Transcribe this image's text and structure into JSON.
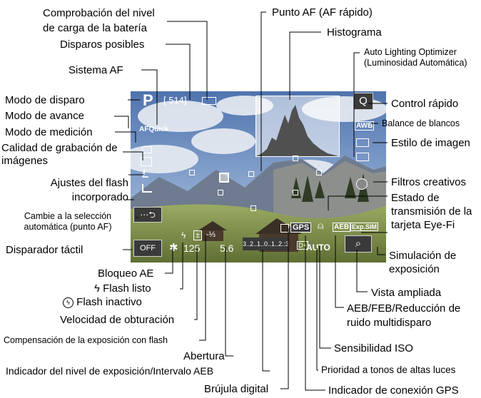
{
  "labels": {
    "bateria": "Comprobación del nivel de carga de la batería",
    "disparos": "Disparos posibles",
    "sistema_af": "Sistema AF",
    "modo_disparo": "Modo de disparo",
    "modo_avance": "Modo de avance",
    "modo_medicion": "Modo de medición",
    "calidad": "Calidad de grabación de imágenes",
    "flash_incorp": "Ajustes del flash incorporado",
    "seleccion_auto": "Cambie a la selección automática (punto AF)",
    "disparador_tactil": "Disparador táctil",
    "bloqueo_ae": "Bloqueo AE",
    "flash_listo": "Flash listo",
    "flash_inactivo": "Flash inactivo",
    "velocidad": "Velocidad de obturación",
    "comp_flash": "Compensación de la exposición con flash",
    "abertura": "Abertura",
    "indicador_nivel": "Indicador del nivel de exposición/Intervalo AEB",
    "brujula": "Brújula digital",
    "punto_af": "Punto AF (AF rápido)",
    "histograma": "Histograma",
    "alo": "Auto Lighting Optimizer (Luminosidad Automática)",
    "control_rapido": "Control rápido",
    "balance": "Balance de blancos",
    "estilo": "Estilo de imagen",
    "filtros": "Filtros creativos",
    "eyefi": "Estado de transmisión de la tarjeta Eye-Fi",
    "simulacion": "Simulación de exposición",
    "vista": "Vista ampliada",
    "aeb": "AEB/FEB/Reducción de ruido multidisparo",
    "iso": "Sensibilidad ISO",
    "tonos": "Prioridad a tonos de altas luces",
    "gps_ind": "Indicador de conexión GPS"
  },
  "icons": {
    "flash_ready": "lightning-bolt-icon",
    "flash_inactive": "flash-off-icon"
  },
  "screen": {
    "mode": "P",
    "af_quick": "AFQuick",
    "shots": "[ 514]",
    "shutter": "125",
    "aperture": "5.6",
    "flash_comp": "-⅓",
    "ae_lock": "✱",
    "exposure_scale": "3..2..1..0..1..2.:3",
    "gps": "GPS",
    "iso": "AUTO",
    "aeb": "AEB",
    "exp_sim": "Exp.SIM",
    "q": "Q",
    "wb": "AWB",
    "quality": "L"
  },
  "colors": {
    "sky_top": "#5d7fb5",
    "meadow": "#8fa05a",
    "osd_bg": "#3a3a3a"
  }
}
